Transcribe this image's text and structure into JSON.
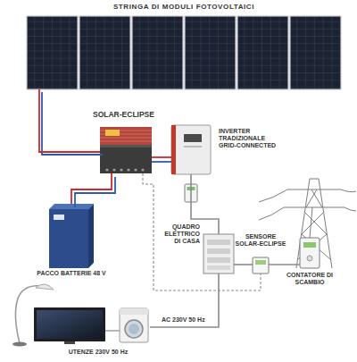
{
  "diagram": {
    "nodes": [
      {
        "text": [
          "STRINGA DI MODULI FOTOVOLTAICI"
        ]
      },
      {
        "text": [
          "SOLAR-ECLIPSE"
        ]
      },
      {
        "text": [
          "INVERTER TRADIZIONALE GRID-CONNECTED"
        ]
      },
      {
        "text": [
          "PACCO BATTERIE 48 V"
        ]
      },
      {
        "text": [
          "QUADRO ELETTRICO DI CASA"
        ]
      },
      {
        "text": [
          "SENSORE SOLAR-ECLIPSE"
        ]
      },
      {
        "text": [
          "CONTATORE DI SCAMBIO"
        ]
      },
      {
        "text": [
          "UTENZE 230V 50 Hz"
        ]
      }
    ],
    "edges": [
      {
        "from": 0,
        "to": 1,
        "arrow": "none"
      },
      {
        "from": 1,
        "to": 2,
        "arrow": "none"
      },
      {
        "from": 1,
        "to": 3,
        "arrow": "none"
      },
      {
        "from": 2,
        "to": 4,
        "arrow": "none"
      },
      {
        "from": 4,
        "to": 5,
        "arrow": "none"
      },
      {
        "from": 5,
        "to": 6,
        "arrow": "none"
      },
      {
        "from": 4,
        "to": 7,
        "label": "AC 230V 50 Hz",
        "arrow": "none"
      },
      {
        "from": 1,
        "to": 5,
        "arrow": "none"
      }
    ]
  }
}
